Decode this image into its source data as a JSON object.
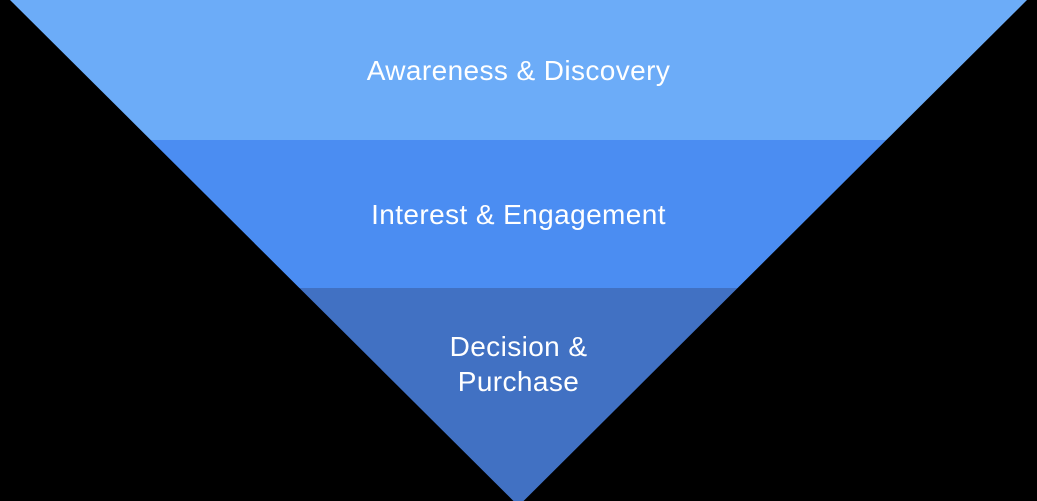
{
  "page": {
    "background_color": "#000000",
    "text_color": "#ffffff"
  },
  "funnel": {
    "stages": [
      {
        "label": "Awareness & Discovery",
        "color": "#6cacf8"
      },
      {
        "label": "Interest & Engagement",
        "color": "#4b8df2"
      },
      {
        "label": "Decision & Purchase",
        "label_lines": [
          "Decision &",
          "Purchase"
        ],
        "color": "#4171c3"
      }
    ]
  }
}
